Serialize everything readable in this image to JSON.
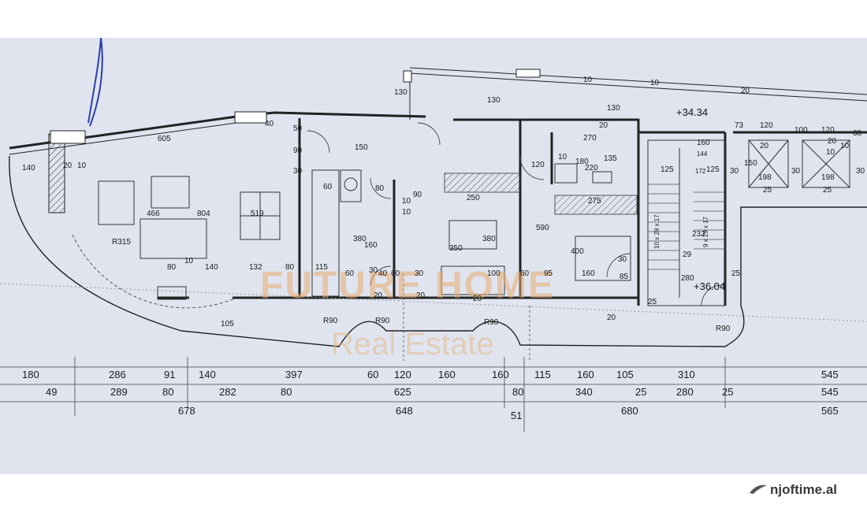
{
  "watermark": {
    "brand": "FUTURE HOME",
    "tagline": "Real Estate"
  },
  "site_badge": "njoftime.al",
  "levels": [
    "+34.34",
    "+36.04"
  ],
  "dimensions": {
    "row1": [
      "180",
      "286",
      "91",
      "140",
      "397",
      "60",
      "120",
      "160",
      "160",
      "115",
      "160",
      "105",
      "310",
      "545"
    ],
    "row2": [
      "49",
      "289",
      "80",
      "282",
      "80",
      "625",
      "80",
      "340",
      "25",
      "280",
      "25",
      "545"
    ],
    "row3": [
      "678",
      "648",
      "51",
      "680",
      "565"
    ]
  },
  "plan_labels": {
    "balcony_140": "140",
    "d20a": "20",
    "d10a": "10",
    "d605": "605",
    "d40a": "40",
    "d50a": "50",
    "d90a": "90",
    "d30a": "30",
    "d150a": "150",
    "d130a": "130",
    "d130b": "130",
    "d130c": "130",
    "d10top1": "10",
    "d10top2": "10",
    "d20top": "20",
    "d466": "466",
    "d804": "804",
    "d519": "519",
    "r315": "R315",
    "d80a": "80",
    "d140a": "140",
    "d10b": "10",
    "d132": "132",
    "d80b": "80",
    "d115a": "115",
    "d60a": "60",
    "d80c": "80",
    "d90b": "90",
    "d10c": "10",
    "d10d": "10",
    "d250": "250",
    "d380a": "380",
    "d160a": "160",
    "d350": "350",
    "d380b": "380",
    "d60b": "60",
    "d40b": "40",
    "d30b": "30",
    "d60c": "60",
    "d30c": "30",
    "d20b": "20",
    "d20c": "20",
    "d20d": "20",
    "d100": "100",
    "d60d": "60",
    "d95": "95",
    "d160b": "160",
    "d120a": "120",
    "d10e": "10",
    "d20e": "20",
    "d270": "270",
    "d135": "135",
    "d180": "180",
    "d220": "220",
    "d275": "275",
    "d590": "590",
    "d400": "400",
    "d30d": "30",
    "d85": "85",
    "d20f": "20",
    "d105": "105",
    "r90a": "R90",
    "r90b": "R90",
    "r90c": "R90",
    "r90d": "R90",
    "d144": "144",
    "d160c": "160",
    "d125a": "125",
    "d172": "172",
    "d125b": "125",
    "d30e": "30",
    "d232": "232",
    "d29": "29",
    "d280": "280",
    "d25a": "25",
    "d25b": "25",
    "d73": "73",
    "d120b": "120",
    "d100b": "100",
    "d120c": "120",
    "d68": "68",
    "d150b": "150",
    "d198a": "198",
    "d198b": "198",
    "d25c": "25",
    "d25d": "25",
    "d30f": "30",
    "d30g": "30",
    "d10f": "10",
    "d20g": "20",
    "d10g": "10",
    "d20h": "20",
    "stair1": "10 x 29 x 17",
    "stair2": "9 x 29 x 17"
  }
}
